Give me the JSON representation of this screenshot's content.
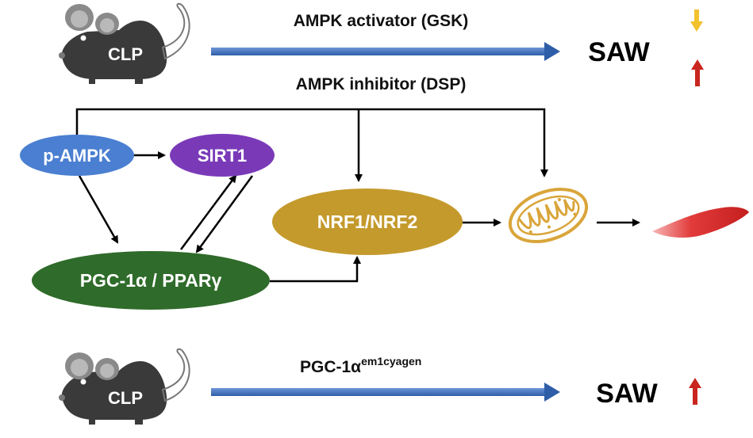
{
  "top": {
    "mouse_label": "CLP",
    "arrow_label_1": "AMPK activator (GSK)",
    "arrow_label_2": "AMPK inhibitor  (DSP)",
    "outcome": "SAW"
  },
  "pathway": {
    "pampk": "p-AMPK",
    "sirt1": "SIRT1",
    "nrf": "NRF1/NRF2",
    "pgc": "PGC-1α / PPARγ"
  },
  "bottom": {
    "mouse_label": "CLP",
    "arrow_label": "PGC-1α",
    "arrow_label_sup": "em1cyagen",
    "outcome": "SAW"
  },
  "colors": {
    "blue_arrow": "#4a78c6",
    "pampk": "#4a7fd1",
    "sirt1": "#7a3ab8",
    "nrf": "#c49a2c",
    "pgc": "#2f6b2a",
    "down_arrow": "#f2c12e",
    "up_arrow": "#c8261e",
    "muscle": "#e23b3b",
    "mito": "#d9a53a"
  }
}
